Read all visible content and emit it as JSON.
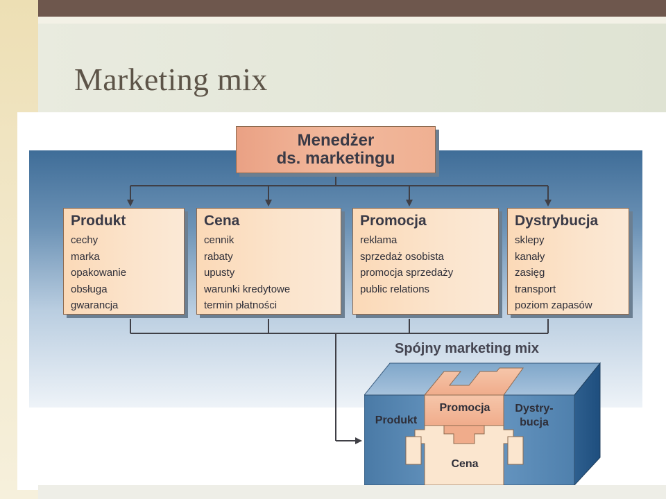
{
  "slide": {
    "title": "Marketing mix"
  },
  "diagram": {
    "manager": {
      "line1": "Menedżer",
      "line2": "ds. marketingu"
    },
    "categories": [
      {
        "title": "Produkt",
        "items": [
          "cechy",
          "marka",
          "opakowanie",
          "obsługa",
          "gwarancja"
        ]
      },
      {
        "title": "Cena",
        "items": [
          "cennik",
          "rabaty",
          "upusty",
          "warunki kredytowe",
          "termin płatności"
        ]
      },
      {
        "title": "Promocja",
        "items": [
          "reklama",
          "sprzedaż osobista",
          "promocja sprzedaży",
          "public relations"
        ]
      },
      {
        "title": "Dystrybucja",
        "items": [
          "sklepy",
          "kanały",
          "zasięg",
          "transport",
          "poziom zapasów"
        ]
      }
    ],
    "mix_title": "Spójny marketing mix",
    "cube": {
      "produkt": "Produkt",
      "promocja": "Promocja",
      "dystrybucja": "Dystry-bucja",
      "dystrybucja_line1": "Dystry-",
      "dystrybucja_line2": "bucja",
      "cena": "Cena"
    },
    "colors": {
      "line": "#3f3f46",
      "box_fill": "#fbe0c3",
      "manager_fill": "#efac8f",
      "bg_blue": "#3f6d98",
      "cube_blue": "#4f80ad",
      "cube_orange": "#f2b495"
    }
  }
}
